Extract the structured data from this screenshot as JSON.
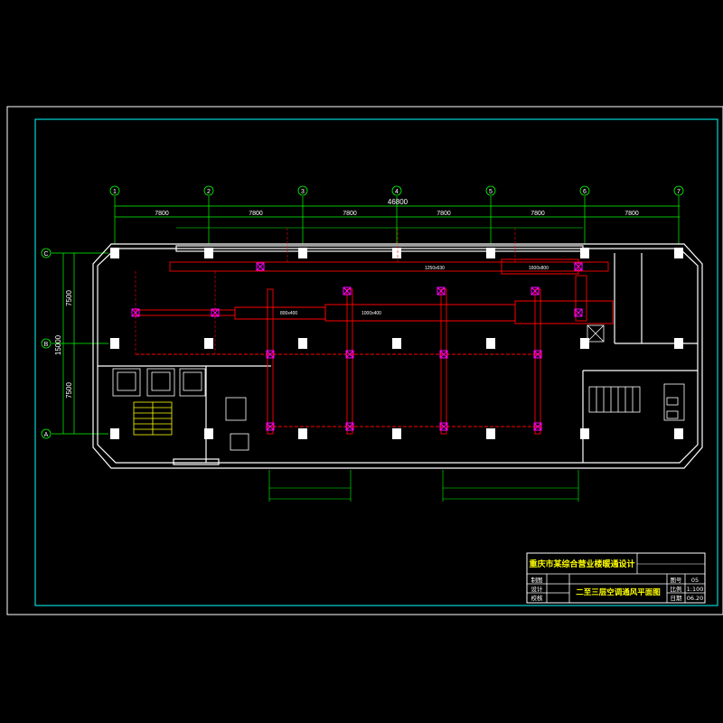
{
  "drawing": {
    "axes_columns": [
      "1",
      "2",
      "3",
      "4",
      "5",
      "6",
      "7"
    ],
    "axes_rows": [
      "C",
      "B",
      "A"
    ],
    "total_dim": "46800",
    "bay_dims": [
      "7800",
      "7800",
      "7800",
      "7800",
      "7800",
      "7800"
    ],
    "left_total": "15000",
    "left_dims": [
      "7500",
      "7500"
    ],
    "duct_labels": [
      "1250x630",
      "1600x800",
      "1000x400",
      "800x400"
    ]
  },
  "title_block": {
    "project": "重庆市某综合营业楼暖通设计",
    "drawing_title": "二至三层空调通风平面图",
    "row_labels": [
      "制图",
      "设计",
      "校核"
    ],
    "drawing_no_label": "图号",
    "drawing_no": "05",
    "scale_label": "比例",
    "scale": "1:100",
    "date_label": "日期",
    "date": "06.20"
  },
  "colors": {
    "background": "#000000",
    "frame": "#00ffff",
    "walls": "#ffffff",
    "axis_lines": "#00ff00",
    "duct": "#ff0000",
    "diffuser": "#ff00ff",
    "dimension": "#00ff00",
    "title_text": "#ffff00"
  }
}
